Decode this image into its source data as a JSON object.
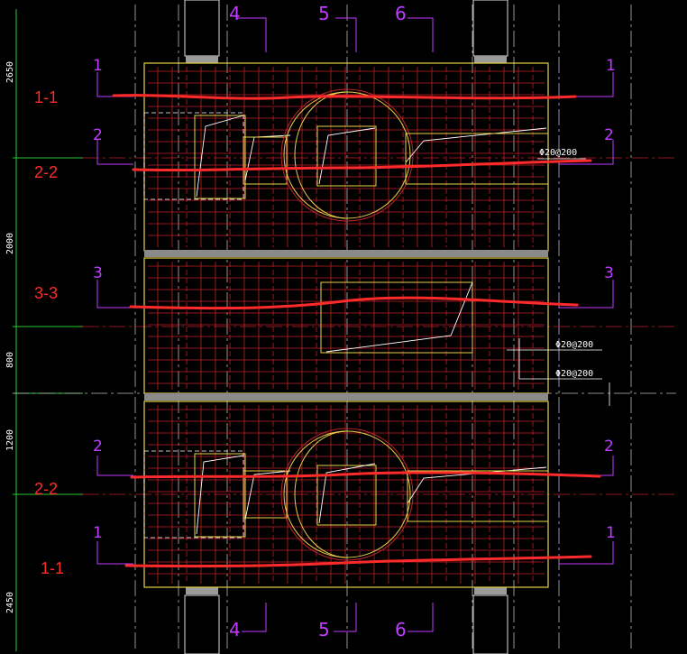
{
  "dimensions": [
    "2650",
    "2000",
    "800",
    "1200",
    "2450"
  ],
  "section_labels": {
    "left_1_1_top": "1-1",
    "left_2_2_top": "2-2",
    "left_3_3": "3-3",
    "left_2_2_bottom": "2-2",
    "left_1_1_bottom": "1-1"
  },
  "section_marks": {
    "top_4": "4",
    "top_5": "5",
    "top_6": "6",
    "bottom_4": "4",
    "bottom_5": "5",
    "bottom_6": "6",
    "left_1_top": "1",
    "right_1_top": "1",
    "left_2_top": "2",
    "right_2_top": "2",
    "left_3": "3",
    "right_3": "3",
    "left_2_bottom": "2",
    "right_2_bottom": "2",
    "left_1_bottom": "1",
    "right_1_bottom": "1"
  },
  "rebar_notes": [
    "Φ20@200",
    "Φ20@200",
    "Φ20@200"
  ],
  "colors": {
    "background": "#000000",
    "outline": "#e8d04a",
    "grid": "#c0202a",
    "annotation": "#ff2a2a",
    "section_mark": "#c03cff",
    "axis_green": "#27c93a"
  }
}
